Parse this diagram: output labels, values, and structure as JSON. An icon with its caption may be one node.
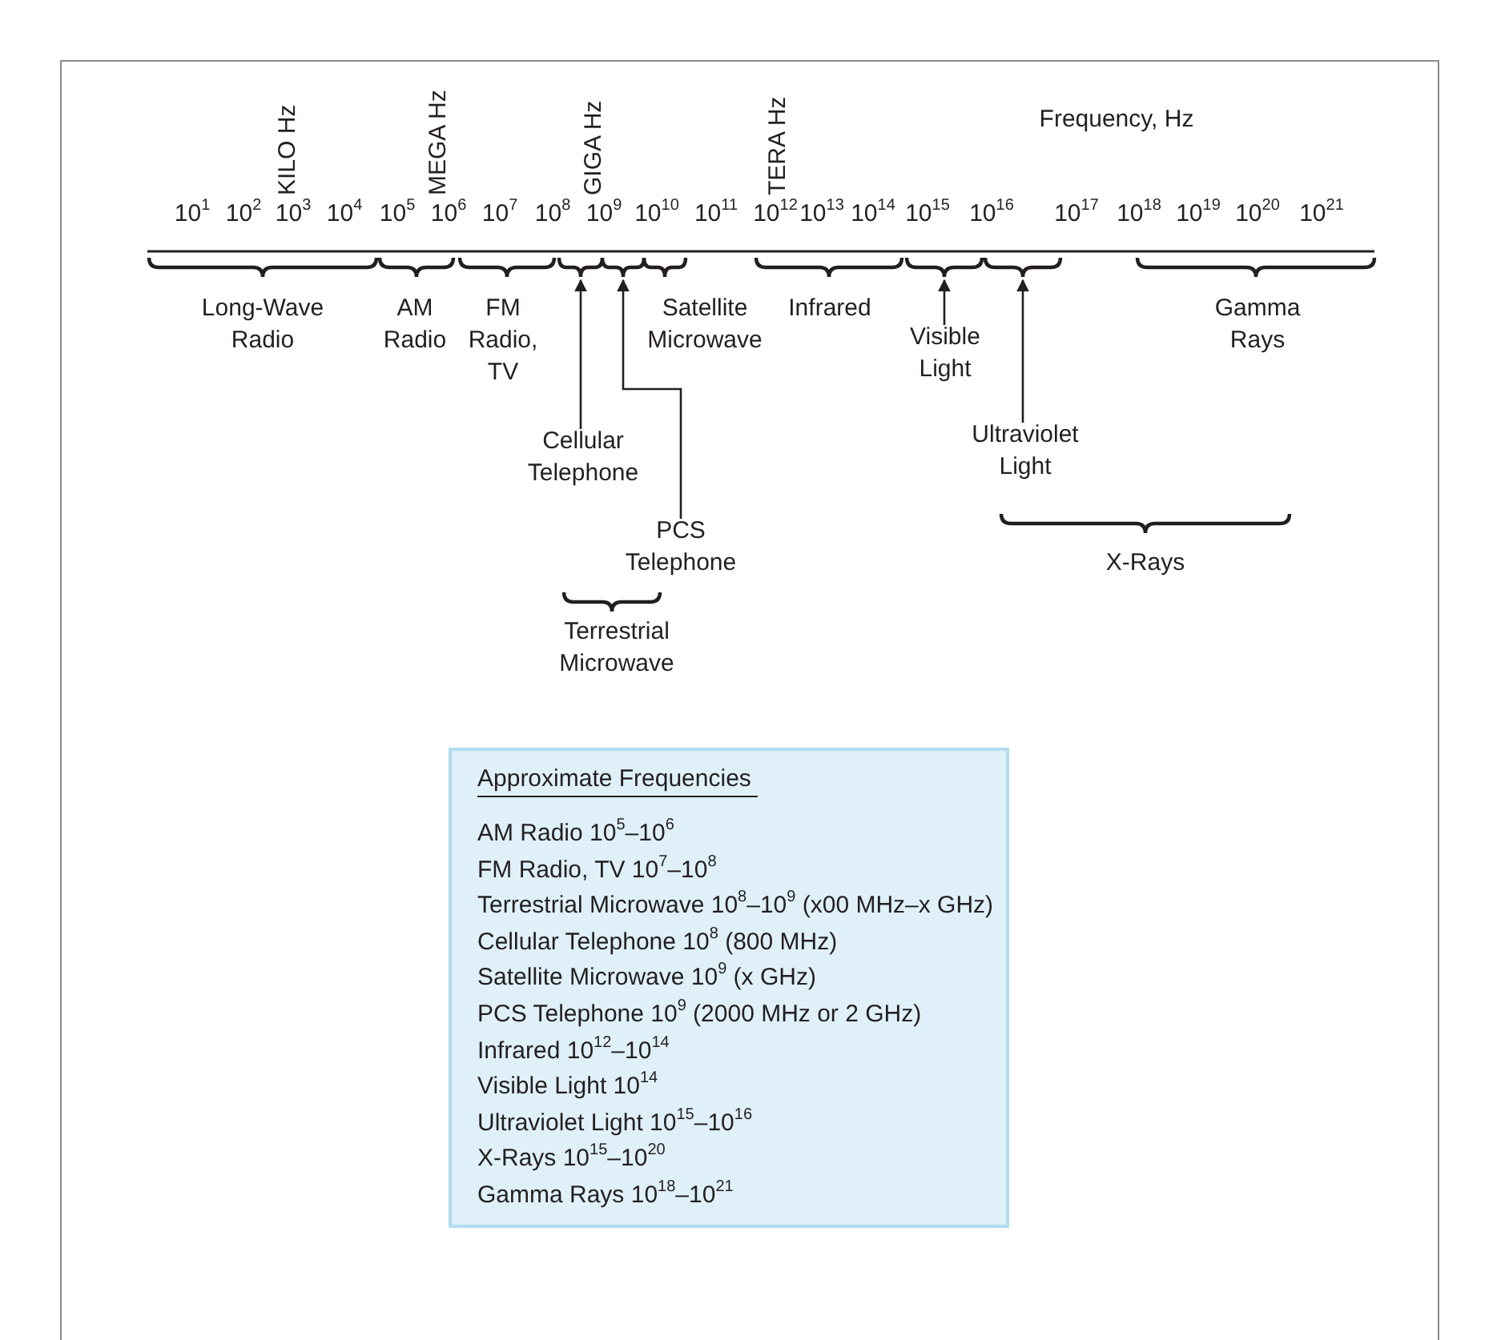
{
  "diagram": {
    "nodes": [
      {
        "text": [
          "Visible Light"
        ]
      },
      {
        "text": [
          "Cellular Telephone"
        ]
      },
      {
        "text": [
          "Ultraviolet Light"
        ]
      },
      {
        "text": [
          "PCS Telephone"
        ]
      },
      {
        "text": [
          "Approximate Frequencies",
          "AM Radio 10$^{5}$–10$^{6}$",
          "FM Radio, TV 10$^{7}$–10$^{8}$",
          "Terrestrial Microwave 10$^{8}$–10$^{9}$ (x00 MHz–x GHz)",
          "Cellular Telephone 10$^{8}$ (800 MHz)",
          "Satellite Microwave 10$^{9}$ (x GHz)",
          "PCS Telephone 10$^{9}$ (2000 MHz or 2 GHz)",
          "Infrared 10$^{12}$–10$^{14}$",
          "Visible Light 10$^{14}$",
          "Ultraviolet Light 10$^{15}$–10$^{16}$",
          "X-Rays 10$^{15}$–10$^{20}$",
          "Gamma Rays 10$^{18}$–10$^{21}$"
        ]
      },
      {
        "text": [],
        "shape": "brace"
      },
      {
        "text": [],
        "shape": "brace"
      },
      {
        "text": [],
        "shape": "brace"
      },
      {
        "text": [],
        "shape": "brace"
      }
    ],
    "edges": [
      {
        "from": 0,
        "to": 7,
        "arrow": "to"
      },
      {
        "from": 1,
        "to": 5,
        "arrow": "to"
      },
      {
        "from": 2,
        "to": 8,
        "arrow": "to"
      },
      {
        "from": 3,
        "to": 6,
        "arrow": "to"
      }
    ],
    "labels": [
      "KILO Hz",
      "MEGA Hz",
      "GIGA Hz",
      "TERA Hz",
      "Frequency, Hz",
      "10$^{1}$",
      "10$^{2}$",
      "10$^{3}$",
      "10$^{4}$",
      "10$^{5}$",
      "10$^{6}$",
      "10$^{7}$",
      "10$^{8}$",
      "10$^{9}$",
      "10$^{10}$",
      "10$^{11}$",
      "10$^{12}$",
      "10$^{13}$",
      "10$^{14}$",
      "10$^{15}$",
      "10$^{16}$",
      "10$^{17}$",
      "10$^{18}$",
      "10$^{19}$",
      "10$^{20}$",
      "10$^{21}$",
      "Long-Wave Radio",
      "AM Radio",
      "FM Radio, TV",
      "Satellite Microwave",
      "Infrared",
      "Gamma Rays",
      "X-Rays",
      "Terrestrial Microwave"
    ]
  }
}
